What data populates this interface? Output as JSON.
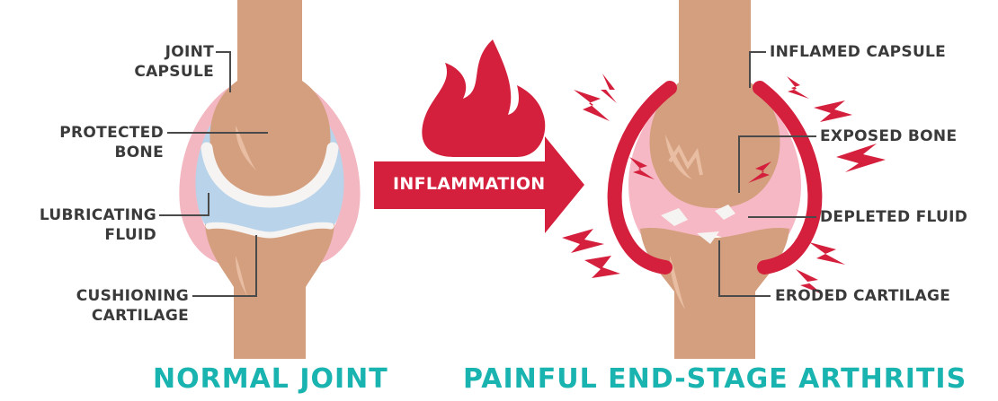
{
  "colors": {
    "bone": "#d49f7f",
    "bone_light": "#e8bda2",
    "capsule_normal": "#f3b7c1",
    "fluid": "#b9d3ea",
    "cartilage": "#f6f4f2",
    "inflamed": "#d4203c",
    "inflamed_fill": "#f5b8c4",
    "leader": "#4a4a4a",
    "title": "#19b3b0",
    "text": "#3a3a3a"
  },
  "normal": {
    "labels": {
      "capsule": [
        "JOINT",
        "CAPSULE"
      ],
      "bone": [
        "PROTECTED",
        "BONE"
      ],
      "fluid": [
        "LUBRICATING",
        "FLUID"
      ],
      "cartilage": [
        "CUSHIONING",
        "CARTILAGE"
      ]
    },
    "title": "NORMAL JOINT"
  },
  "arthritis": {
    "labels": {
      "capsule": "INFLAMED CAPSULE",
      "bone": "EXPOSED BONE",
      "fluid": "DEPLETED FLUID",
      "cartilage": "ERODED CARTILAGE"
    },
    "title": "PAINFUL END-STAGE ARTHRITIS"
  },
  "arrow": {
    "label": "INFLAMMATION",
    "icon": "flame-icon"
  }
}
